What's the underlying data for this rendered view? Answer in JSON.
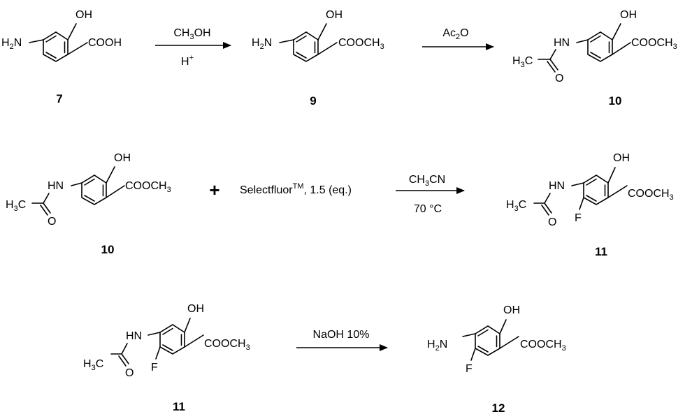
{
  "scheme": {
    "step1": {
      "reactant": {
        "number": "7",
        "oh": "OH",
        "amine": "H2N",
        "acid": "COOH"
      },
      "reagent_top": "CH3OH",
      "reagent_bottom": "H+",
      "product": {
        "number": "9",
        "oh": "OH",
        "amine": "H2N",
        "ester": "COOCH3"
      }
    },
    "step2": {
      "reagent_top": "Ac2O",
      "product": {
        "number": "10",
        "oh": "OH",
        "nh": "HN",
        "methyl": "H3C",
        "oxygen": "O",
        "ester": "COOCH3"
      }
    },
    "step3": {
      "reactant": {
        "number": "10",
        "oh": "OH",
        "nh": "HN",
        "methyl": "H3C",
        "oxygen": "O",
        "ester": "COOCH3"
      },
      "plus": "+",
      "reagent": "Selectfluor™, 1.5 (eq.)",
      "reagent_name": "Selectfluor",
      "reagent_sup": "TM",
      "reagent_rest": ", 1.5 (eq.)",
      "conditions_top": "CH3CN",
      "conditions_bottom": "70 °C",
      "product": {
        "number": "11",
        "oh": "OH",
        "nh": "HN",
        "methyl": "H3C",
        "oxygen": "O",
        "fluoro": "F",
        "ester": "COOCH3"
      }
    },
    "step4": {
      "reactant": {
        "number": "11",
        "oh": "OH",
        "nh": "HN",
        "methyl": "H3C",
        "oxygen": "O",
        "fluoro": "F",
        "ester": "COOCH3"
      },
      "reagent_top": "NaOH 10%",
      "product": {
        "number": "12",
        "oh": "OH",
        "amine": "H2N",
        "fluoro": "F",
        "ester": "COOCH3"
      }
    }
  }
}
